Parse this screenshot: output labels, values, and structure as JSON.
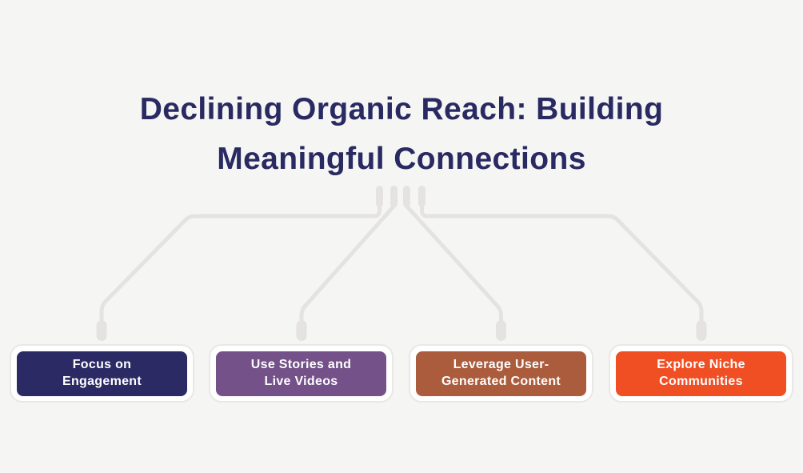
{
  "title": {
    "line1": "Declining Organic Reach: Building",
    "line2": "Meaningful Connections"
  },
  "nodes": [
    {
      "id": "focus-on-engagement",
      "line1": "Focus on",
      "line2": "Engagement",
      "color": "#2b2a64"
    },
    {
      "id": "use-stories-and-live-videos",
      "line1": "Use Stories and",
      "line2": "Live Videos",
      "color": "#745189"
    },
    {
      "id": "leverage-user-generated-content",
      "line1": "Leverage User-",
      "line2": "Generated Content",
      "color": "#ab5c3c"
    },
    {
      "id": "explore-niche-communities",
      "line1": "Explore Niche",
      "line2": "Communities",
      "color": "#f04e23"
    }
  ],
  "colors": {
    "background": "#f5f5f4",
    "connector": "#e4e3e1",
    "title_text": "#2a2a62",
    "card_background": "#ffffff",
    "card_border": "#e9e8e6",
    "node_label_text": "#ffffff"
  }
}
